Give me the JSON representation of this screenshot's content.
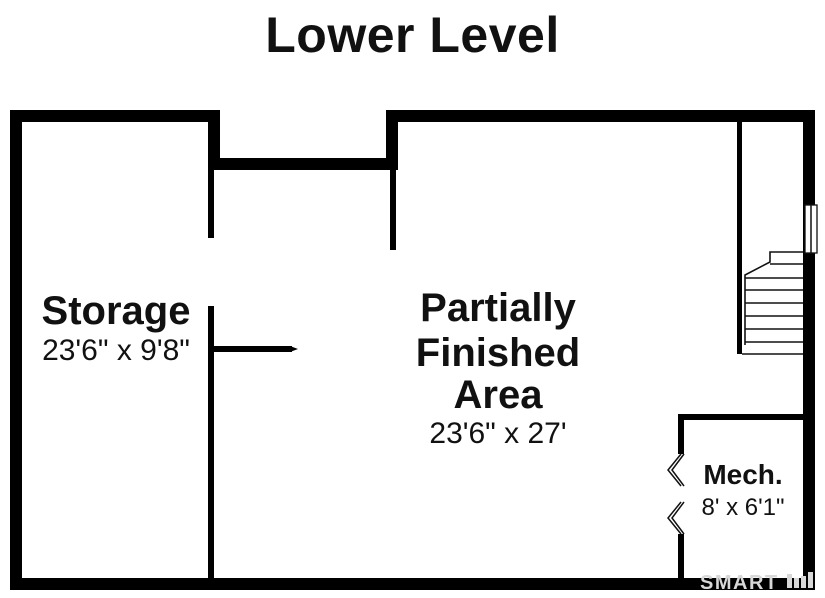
{
  "title": "Lower Level",
  "rooms": {
    "storage": {
      "name": "Storage",
      "dims": "23'6\" x 9'8\""
    },
    "partially_finished": {
      "name_lines": [
        "Partially",
        "Finished",
        "Area"
      ],
      "dims": "23'6\" x 27'"
    },
    "mechanical": {
      "name": "Mech.",
      "dims": "8' x 6'1\""
    }
  },
  "watermark": "SMART",
  "colors": {
    "wall": "#000000",
    "background": "#ffffff",
    "text": "#111111",
    "watermark": "#d8d8d8"
  }
}
